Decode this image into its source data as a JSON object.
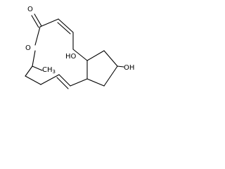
{
  "molecule": {
    "atoms": {
      "carbonyl_oxygen": "O",
      "ring_oxygen": "O",
      "methyl": "CH",
      "methyl_subscript": "3",
      "hydroxyl_ring": "HO",
      "hydroxyl_cyclopentane": "OH"
    }
  },
  "colors": {
    "bond": "#000000",
    "background": "#ffffff"
  }
}
